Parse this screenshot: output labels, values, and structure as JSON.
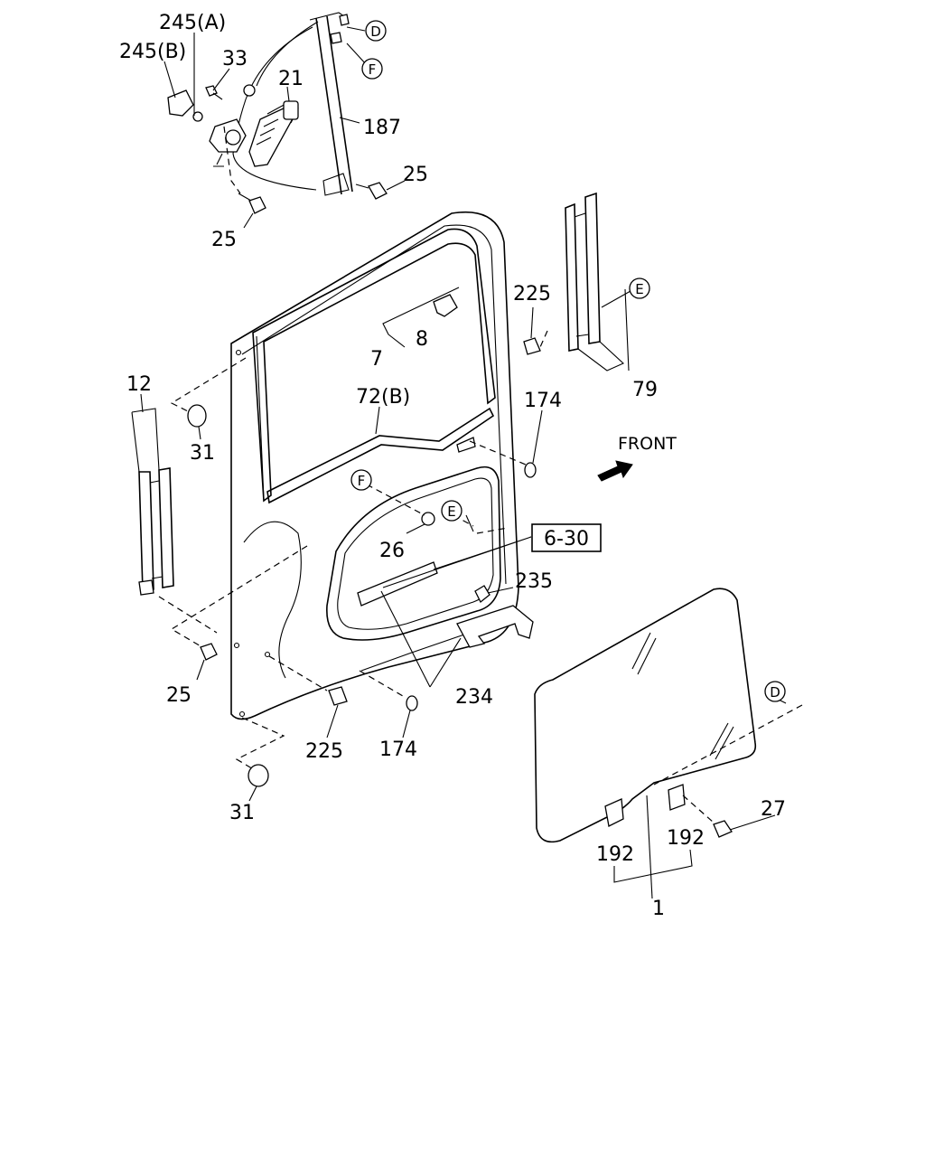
{
  "labels": {
    "l245a": "245(A)",
    "l245b": "245(B)",
    "l33": "33",
    "l21": "21",
    "l187": "187",
    "l25_top_right": "25",
    "l25_top_left": "25",
    "l225_top": "225",
    "l8": "8",
    "l7": "7",
    "l79": "79",
    "l72b": "72(B)",
    "l174_top": "174",
    "l12": "12",
    "l31_top": "31",
    "l26": "26",
    "l6_30": "6-30",
    "l235": "235",
    "l25_bottom": "25",
    "l234": "234",
    "l225_bottom": "225",
    "l174_bottom": "174",
    "l31_bottom": "31",
    "l27": "27",
    "l192_left": "192",
    "l192_right": "192",
    "l1": "1"
  },
  "callouts": {
    "d_top": "D",
    "f_top": "F",
    "e_right": "E",
    "f_door": "F",
    "e_door": "E",
    "d_glass": "D"
  },
  "direction": {
    "front_label": "FRONT"
  }
}
